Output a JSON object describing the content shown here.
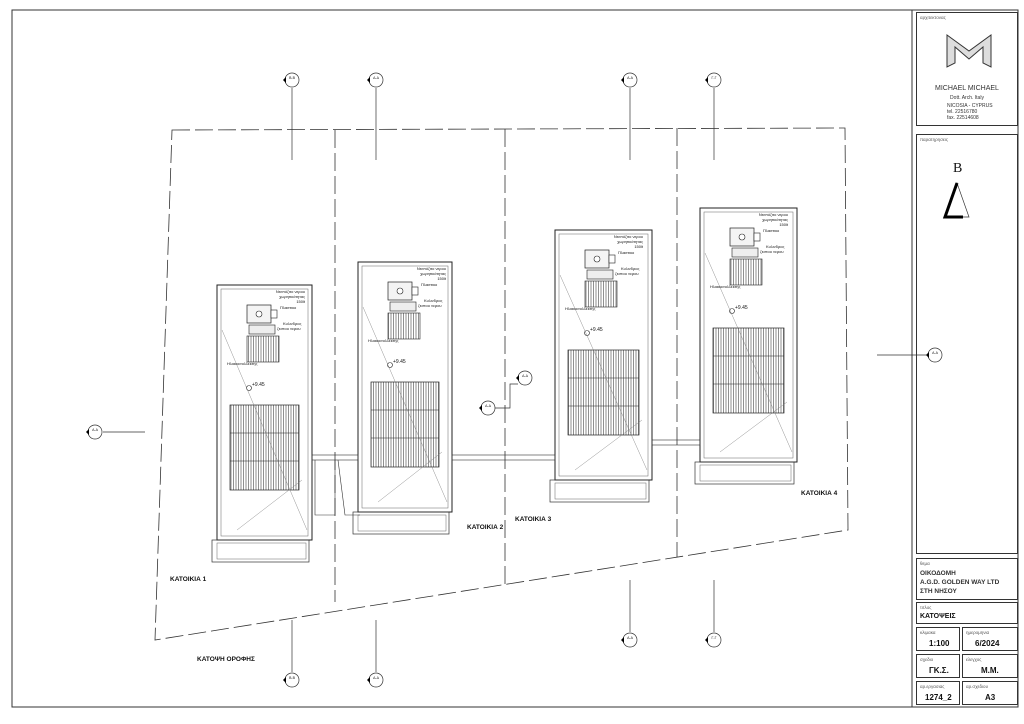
{
  "title_block": {
    "architect_label": "αρχιτεκτονας",
    "architect_name": "MICHAEL MICHAEL",
    "architect_degree": "Dott. Arch. Italy",
    "architect_city": "NICOSIA - CYPRUS",
    "architect_tel": "tel. 22516780",
    "architect_fax": "fax. 22514608",
    "notes_label": "παρατηρησεις",
    "north_letter": "B",
    "subject_label": "θεμα",
    "subject_lines": [
      "ΟΙΚΟΔΟΜΗ",
      "A.G.D. GOLDEN WAY LTD",
      "ΣΤΗ ΝΗΣΟΥ"
    ],
    "title_label": "τιτλος",
    "title": "ΚΑΤΟΨΕΙΣ",
    "scale_label": "κλιμακα",
    "scale": "1:100",
    "date_label": "ημερομηνια",
    "date": "6/2024",
    "drawn_label": "σχεδιο",
    "drawn": "ΓΚ.Σ.",
    "checked_label": "ελεγχος",
    "checked": "Μ.Μ.",
    "job_label": "αρ.εργασιας",
    "job": "1274_2",
    "sheet_label": "αρ.σχεδιου",
    "sheet": "A3"
  },
  "drawing": {
    "plan_title": "ΚΑΤΟΨΗ ΟΡΟΦΗΣ",
    "houses": [
      "ΚΑΤΟΙΚΙΑ 1",
      "ΚΑΤΟΙΚΙΑ 2",
      "ΚΑΤΟΙΚΙΑ 3",
      "ΚΑΤΟΙΚΙΑ 4"
    ],
    "tank_label": [
      "Ντεπόζιτο νερου",
      "χωρητικότητας",
      "150lt"
    ],
    "plastic_label": "Πλαστικο",
    "cylinder_label": [
      "Κυλινδρος",
      "ζεστου νερου"
    ],
    "solar_label": "Ηλιακοσυλλεκτης",
    "level": "+9.45",
    "section_markers": [
      "B-B",
      "Δ-Δ",
      "Α-Α",
      "Γ-Γ"
    ]
  }
}
